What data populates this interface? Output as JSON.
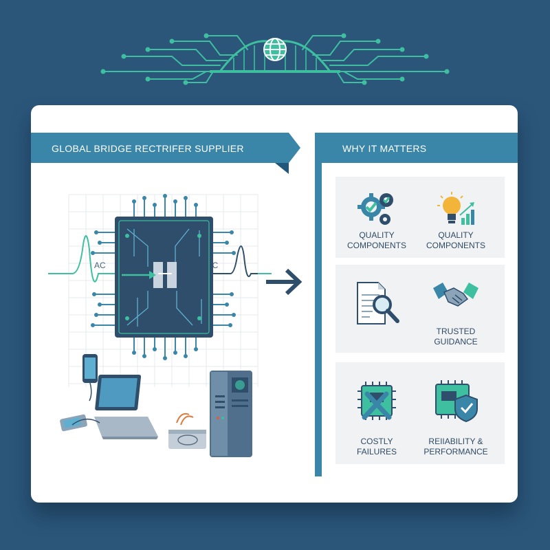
{
  "left_panel": {
    "title": "GLOBAL BRIDGE RECTRIFER SUPPLIER",
    "input_label": "AC",
    "output_label": "DC"
  },
  "right_panel": {
    "title": "WHY IT MATTERS",
    "items": [
      {
        "line1": "QUALITY",
        "line2": "COMPONENTS",
        "icon": "gears-check-icon"
      },
      {
        "line1": "QUALITY",
        "line2": "COMPONENTS",
        "icon": "lightbulb-growth-icon"
      },
      {
        "line1": "",
        "line2": "",
        "icon": "document-magnifier-icon"
      },
      {
        "line1": "TRUSTED",
        "line2": "GUIDANCE",
        "icon": "handshake-icon"
      },
      {
        "line1": "COSTLY",
        "line2": "FAILURES",
        "icon": "chip-tools-icon"
      },
      {
        "line1": "REIIABILITY &",
        "line2": "PERFORMANCE",
        "icon": "chip-shield-icon"
      }
    ]
  },
  "colors": {
    "background": "#2b567a",
    "accent_teal": "#3dbfa0",
    "banner_blue": "#3a86a9",
    "chip_dark": "#2e4e6b",
    "text_dark": "#2f4a63"
  }
}
